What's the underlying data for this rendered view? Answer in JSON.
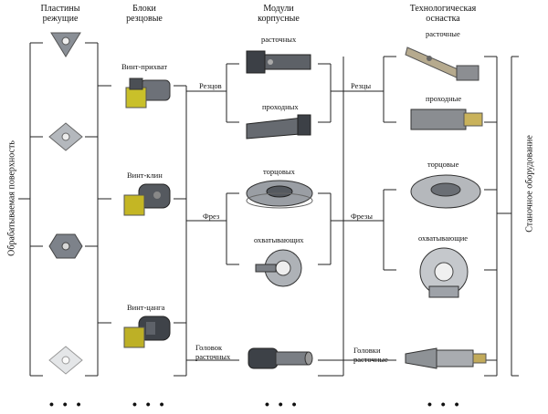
{
  "headers": {
    "inserts": [
      "Пластины",
      "режущие"
    ],
    "blocks": [
      "Блоки",
      "резцовые"
    ],
    "modules": [
      "Модули",
      "корпусные"
    ],
    "tooling": [
      "Технологическая",
      "оснастка"
    ]
  },
  "side_labels": {
    "left": "Обрабатываемая поверхность",
    "right": "Станочное оборудование"
  },
  "blocks": {
    "clamp_screw": "Винт-прихват",
    "wedge_screw": "Винт-клин",
    "collet_screw": "Винт-цанга"
  },
  "modules": {
    "group_cutters": "Резцов",
    "group_mills": "Фрез",
    "group_heads": [
      "Головок",
      "расточных"
    ],
    "boring": "расточных",
    "turning": "проходных",
    "face": "торцовых",
    "shell": "охватывающих"
  },
  "tooling": {
    "group_cutters": "Резцы",
    "group_mills": "Фрезы",
    "group_heads": [
      "Головки",
      "расточные"
    ],
    "boring": "расточные",
    "turning": "проходные",
    "face": "торцовые",
    "shell": "охватывающие"
  },
  "ellipsis": "• • •"
}
